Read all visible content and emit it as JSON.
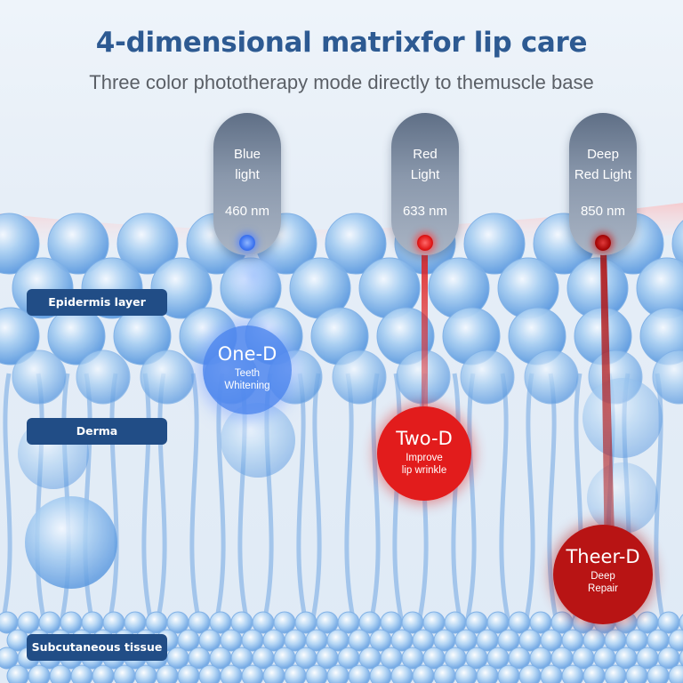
{
  "title": "4-dimensional matrixfor lip care",
  "subtitle": "Three color phototherapy mode directly to themuscle base",
  "lights": [
    {
      "name": "Blue light",
      "line1": "Blue",
      "line2": "light",
      "wavelength": "460 nm",
      "color": "#3d74f0"
    },
    {
      "name": "Red Light",
      "line1": "Red",
      "line2": "Light",
      "wavelength": "633 nm",
      "color": "#e01818"
    },
    {
      "name": "Deep Red Light",
      "line1": "Deep",
      "line2": "Red Light",
      "wavelength": "850 nm",
      "color": "#a80808"
    }
  ],
  "layers": {
    "epidermis": "Epidermis layer",
    "derma": "Derma",
    "subcutaneous": "Subcutaneous tissue"
  },
  "depths": [
    {
      "name": "One-D",
      "desc_line1": "Teeth",
      "desc_line2": "Whitening",
      "color": "#4f86ef"
    },
    {
      "name": "Two-D",
      "desc_line1": "Improve",
      "desc_line2": "lip wrinkle",
      "color": "#e21c1c"
    },
    {
      "name": "Theer-D",
      "desc_line1": "Deep",
      "desc_line2": "Repair",
      "color": "#b81414"
    }
  ],
  "colors": {
    "title": "#2d5a92",
    "label_bg": "#214d86"
  }
}
